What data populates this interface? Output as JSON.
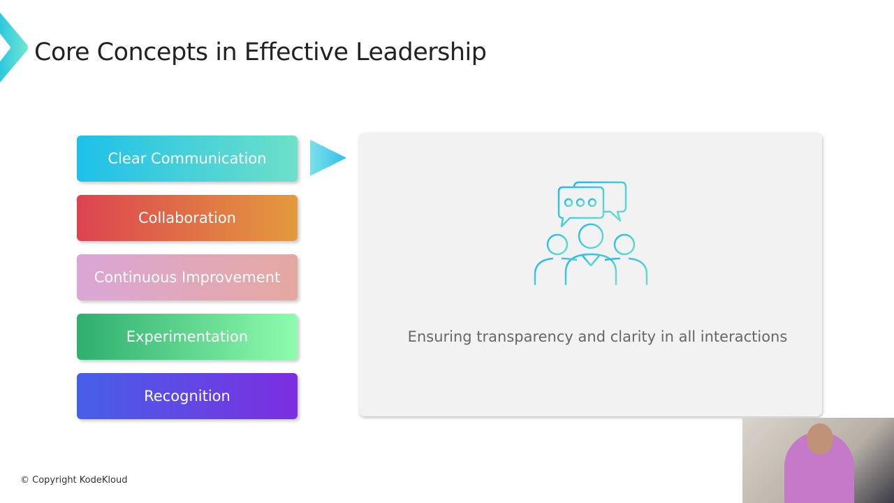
{
  "title": "Core Concepts in Effective Leadership",
  "items": [
    {
      "label": "Clear Communication",
      "from": "#1ec0ea",
      "to": "#6ee0c8"
    },
    {
      "label": "Collaboration",
      "from": "#dc4450",
      "to": "#e49a3e"
    },
    {
      "label": "Continuous Improvement",
      "from": "#dba6d6",
      "to": "#e5a8a0"
    },
    {
      "label": "Experimentation",
      "from": "#2fae6e",
      "to": "#8ffcae"
    },
    {
      "label": "Recognition",
      "from": "#4660e8",
      "to": "#7c2ee0"
    }
  ],
  "panel": {
    "description": "Ensuring transparency and clarity in all interactions",
    "icon": "team-communication-icon"
  },
  "footer": {
    "copyright": "© Copyright KodeKloud"
  },
  "accent": "#3cc8e0"
}
